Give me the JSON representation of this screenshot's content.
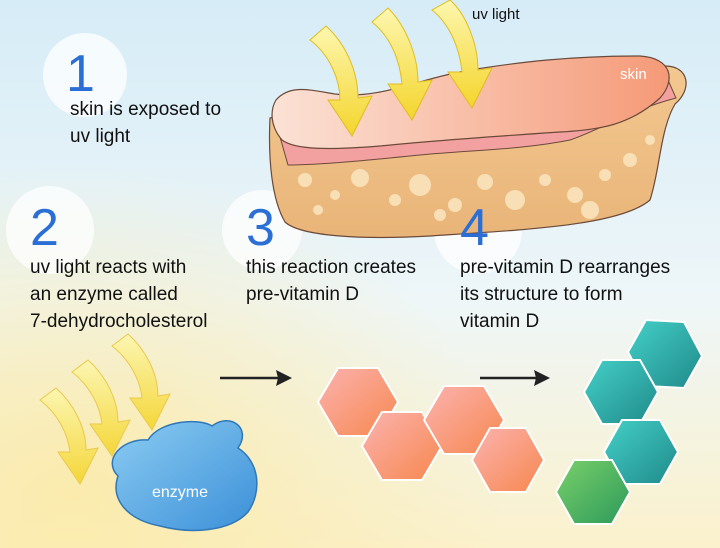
{
  "labels": {
    "uv_light": "uv light",
    "skin": "skin",
    "enzyme": "enzyme"
  },
  "steps": [
    {
      "number": "1",
      "text_lines": [
        "skin is exposed to",
        "uv light"
      ]
    },
    {
      "number": "2",
      "text_lines": [
        "uv light reacts with",
        "an enzyme called",
        "7-dehydrocholesterol"
      ]
    },
    {
      "number": "3",
      "text_lines": [
        "this reaction creates",
        "pre-vitamin D"
      ]
    },
    {
      "number": "4",
      "text_lines": [
        "pre-vitamin D rearranges",
        "its structure to form",
        "vitamin D"
      ]
    }
  ],
  "colors": {
    "number_blue": "#2b6fd6",
    "uv_yellow": "#f7e04a",
    "skin_peach": "#f6a888",
    "enzyme_blue": "#5aa9e6",
    "previtamin_hex": "#f99a7a",
    "vitamin_hex": "#2fb8a0"
  }
}
